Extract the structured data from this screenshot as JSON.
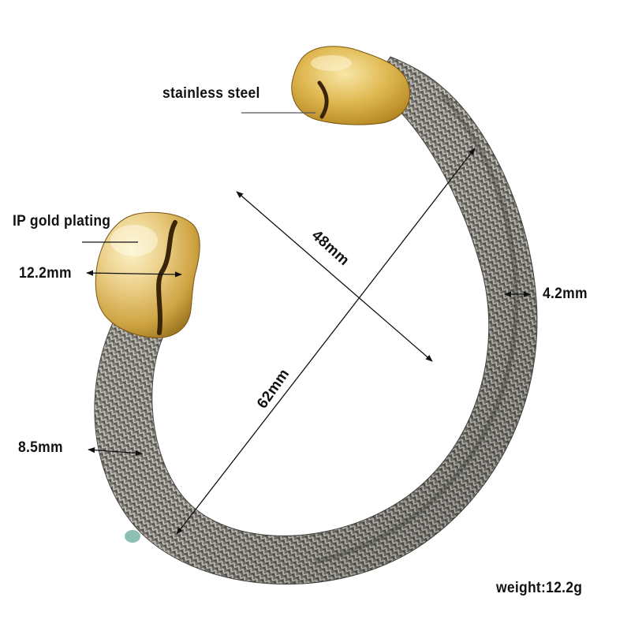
{
  "product": {
    "type": "mesh cuff bracelet",
    "end_caps": "heart-shaped gold end caps",
    "colors": {
      "background": "#ffffff",
      "mesh_dark": "#5a5852",
      "mesh_mid": "#8c8a83",
      "mesh_light": "#c9c7bf",
      "gold_dark": "#8a6414",
      "gold_mid": "#d4ab4a",
      "gold_light": "#f6e6b0",
      "annotation_line": "#111111",
      "label_text": "#111111"
    }
  },
  "labels": {
    "material_top": "stainless steel",
    "material_cap": "IP gold plating",
    "cap_width": "12.2mm",
    "band_thickness": "4.2mm",
    "band_width": "8.5mm",
    "inner_short_diameter": "48mm",
    "inner_long_diameter": "62mm",
    "weight": "weight:12.2g"
  }
}
